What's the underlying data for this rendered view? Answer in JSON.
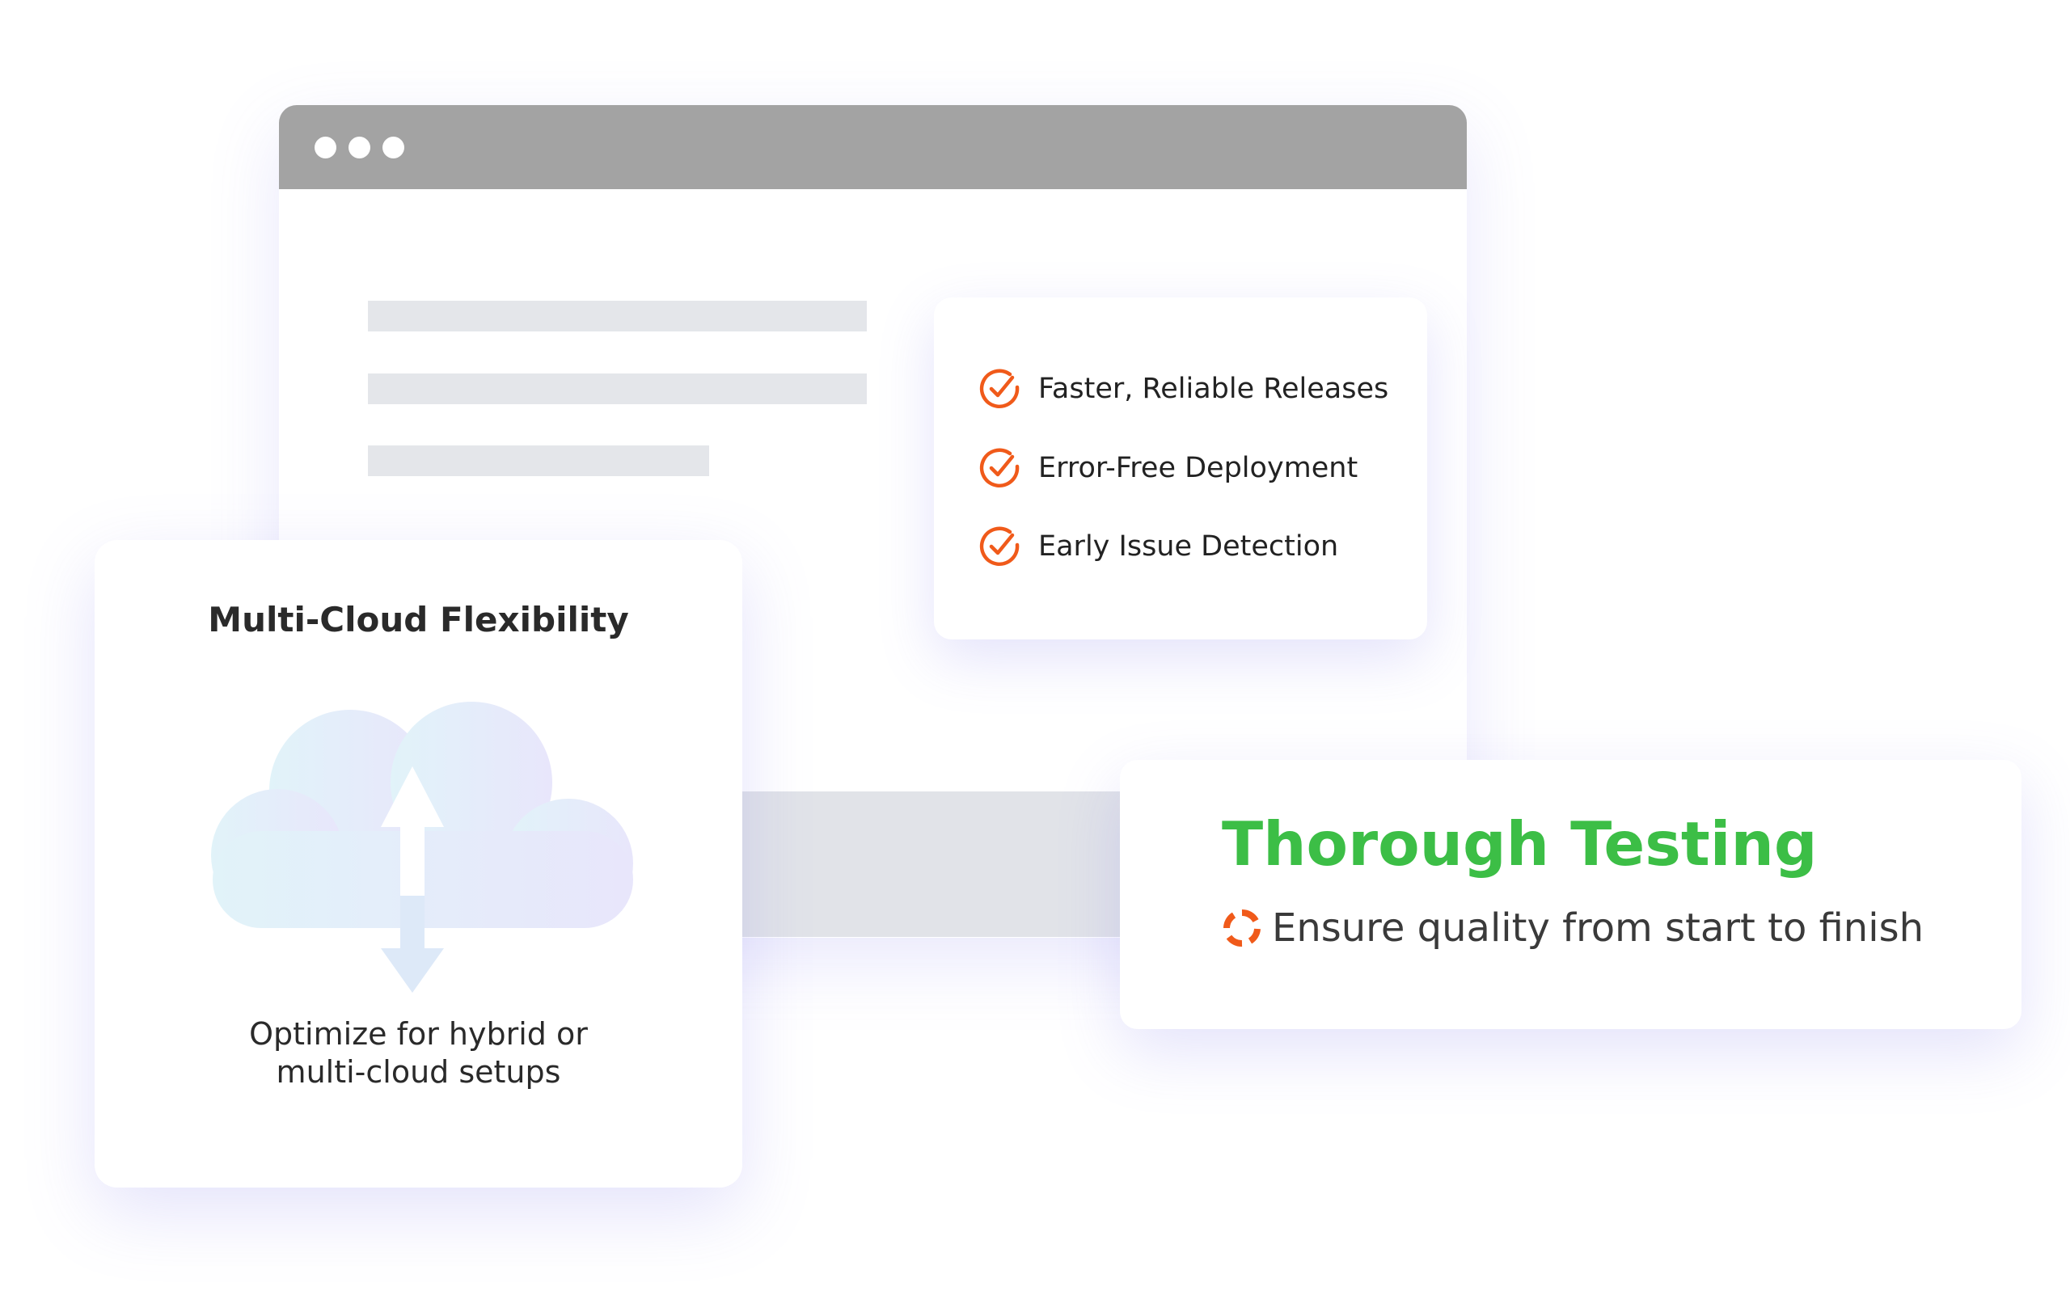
{
  "checklist": {
    "items": [
      {
        "label": "Faster, Reliable Releases"
      },
      {
        "label": "Error-Free Deployment"
      },
      {
        "label": "Early Issue Detection"
      }
    ]
  },
  "multicloud": {
    "title": "Multi-Cloud Flexibility",
    "description_line1": "Optimize for hybrid or",
    "description_line2": "multi-cloud setups"
  },
  "testing": {
    "title": "Thorough Testing",
    "subtitle": "Ensure quality from start to finish"
  },
  "colors": {
    "accent_orange": "#f05a1a",
    "title_green": "#3cbe46",
    "browser_bar": "#a3a3a3",
    "placeholder": "#e4e6ea"
  },
  "icons": {
    "check": "check-circle-icon",
    "cloud": "cloud-sync-icon",
    "spinner": "loading-spinner-icon"
  }
}
